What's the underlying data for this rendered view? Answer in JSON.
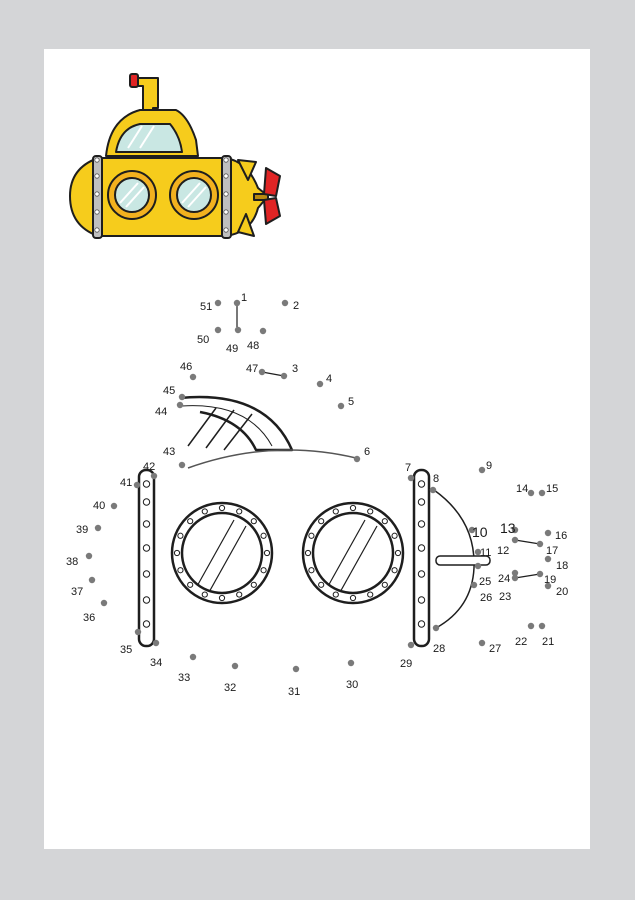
{
  "colors": {
    "page_background": "#d4d5d7",
    "sheet": "#ffffff",
    "submarine_body": "#f6cc1c",
    "submarine_outline": "#1e1e1e",
    "propeller": "#e02424",
    "porthole_ring": "#f2b11f",
    "glass": "#c9e7e3",
    "dot": "#7a7a7a"
  },
  "icons": {
    "colored_reference": "yellow-submarine-icon",
    "puzzle": "submarine-outline-drawing"
  },
  "dots": [
    {
      "n": "1"
    },
    {
      "n": "2"
    },
    {
      "n": "3"
    },
    {
      "n": "4"
    },
    {
      "n": "5"
    },
    {
      "n": "6"
    },
    {
      "n": "7"
    },
    {
      "n": "8"
    },
    {
      "n": "9"
    },
    {
      "n": "10"
    },
    {
      "n": "11"
    },
    {
      "n": "12"
    },
    {
      "n": "13"
    },
    {
      "n": "14"
    },
    {
      "n": "15"
    },
    {
      "n": "16"
    },
    {
      "n": "17"
    },
    {
      "n": "18"
    },
    {
      "n": "19"
    },
    {
      "n": "20"
    },
    {
      "n": "21"
    },
    {
      "n": "22"
    },
    {
      "n": "23"
    },
    {
      "n": "24"
    },
    {
      "n": "25"
    },
    {
      "n": "26"
    },
    {
      "n": "27"
    },
    {
      "n": "28"
    },
    {
      "n": "29"
    },
    {
      "n": "30"
    },
    {
      "n": "31"
    },
    {
      "n": "32"
    },
    {
      "n": "33"
    },
    {
      "n": "34"
    },
    {
      "n": "35"
    },
    {
      "n": "36"
    },
    {
      "n": "37"
    },
    {
      "n": "38"
    },
    {
      "n": "39"
    },
    {
      "n": "40"
    },
    {
      "n": "41"
    },
    {
      "n": "42"
    },
    {
      "n": "43"
    },
    {
      "n": "44"
    },
    {
      "n": "45"
    },
    {
      "n": "46"
    },
    {
      "n": "47"
    },
    {
      "n": "48"
    },
    {
      "n": "49"
    },
    {
      "n": "50"
    },
    {
      "n": "51"
    }
  ]
}
